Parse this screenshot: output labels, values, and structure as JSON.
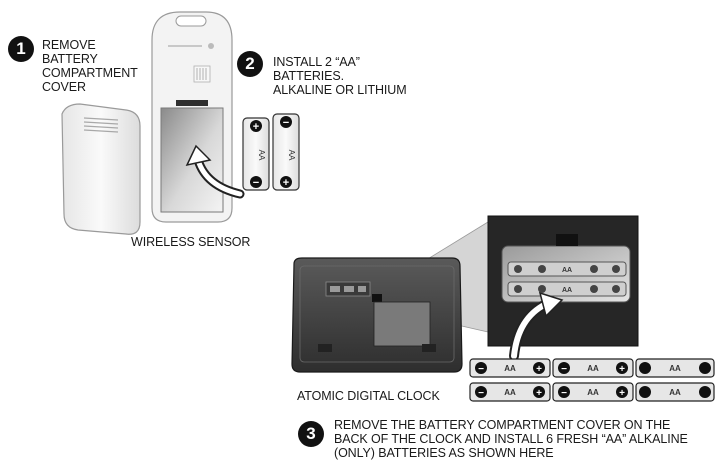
{
  "steps": [
    {
      "number": "1",
      "lines": [
        "REMOVE",
        "BATTERY",
        "COMPARTMENT",
        "COVER"
      ]
    },
    {
      "number": "2",
      "lines": [
        "INSTALL 2 “AA”",
        "BATTERIES.",
        "ALKALINE OR LITHIUM"
      ]
    },
    {
      "number": "3",
      "lines": [
        "REMOVE THE BATTERY COMPARTMENT COVER ON THE",
        "BACK OF THE CLOCK AND INSTALL 6 FRESH “AA” ALKALINE",
        "(ONLY) BATTERIES AS SHOWN HERE"
      ]
    }
  ],
  "labels": {
    "sensor": "WIRELESS SENSOR",
    "clock": "ATOMIC DIGITAL CLOCK",
    "battery_type": "AA",
    "plus": "+",
    "minus": "−"
  },
  "colors": {
    "ink": "#1a1a1a",
    "device_light": "#f1f1f1",
    "device_outline": "#9a9a9a",
    "panel_dark": "#2b2b2b",
    "battery_body": "#e8e8e8"
  }
}
